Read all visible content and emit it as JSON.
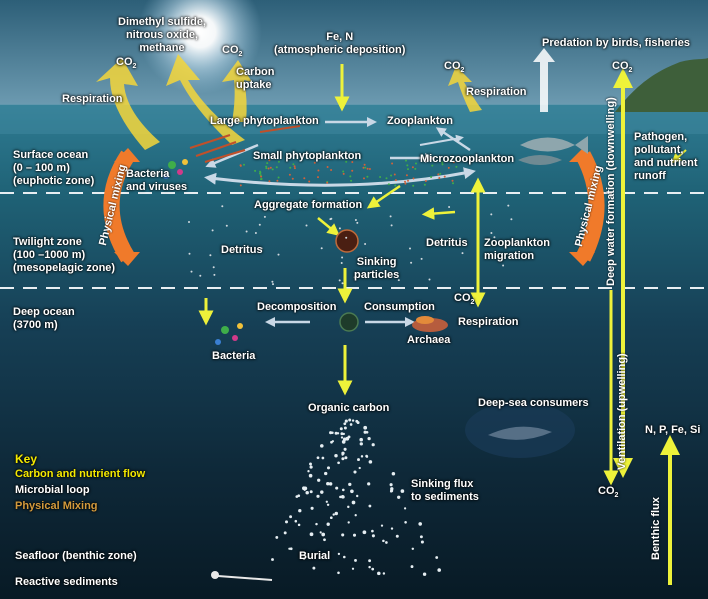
{
  "atmosphere": {
    "dms_label": "Dimethyl sulfide,\nnitrous oxide,\nmethane",
    "co2_left": "CO",
    "co2_sun": "CO",
    "carbon_uptake": "Carbon\nuptake",
    "fe_n": "Fe, N\n(atmospheric deposition)",
    "co2_right": "CO",
    "predation": "Predation by birds, fisheries",
    "co2_far_right": "CO",
    "co2_subscript": "2"
  },
  "surface": {
    "respiration_left": "Respiration",
    "respiration_right": "Respiration",
    "large_phyto": "Large phytoplankton",
    "zooplankton": "Zooplankton",
    "small_phyto": "Small phytoplankton",
    "microzoo": "Microzooplankton",
    "bacteria_viruses": "Bacteria\nand viruses",
    "zone_surface": "Surface ocean\n(0 – 100 m)\n(euphotic zone)",
    "pathogen": "Pathogen,\npollutant,\nand nutrient\nrunoff"
  },
  "twilight": {
    "aggregate": "Aggregate formation",
    "detritus_left": "Detritus",
    "detritus_right": "Detritus",
    "zoo_migration": "Zooplankton\nmigration",
    "sinking_particles": "Sinking\nparticles",
    "zone_twilight": "Twilight zone\n(100 –1000 m)\n(mesopelagic zone)",
    "physical_mixing_left": "Physical mixing",
    "physical_mixing_right": "Physical mixing"
  },
  "deep": {
    "zone_deep": "Deep ocean\n(3700 m)",
    "decomposition": "Decomposition",
    "consumption": "Consumption",
    "co2": "CO",
    "respiration": "Respiration",
    "bacteria": "Bacteria",
    "archaea": "Archaea",
    "organic_carbon": "Organic carbon",
    "deep_sea_consumers": "Deep-sea consumers",
    "co2_bottom": "CO",
    "nutrients": "N, P, Fe, Si"
  },
  "vertical": {
    "deep_water_formation": "Deep water formation (downwelling)",
    "ventilation": "Ventilation (upwelling)",
    "benthic_flux": "Benthic flux"
  },
  "seafloor": {
    "sinking_flux": "Sinking flux\nto sediments",
    "burial": "Burial",
    "seafloor": "Seafloor (benthic zone)",
    "reactive": "Reactive sediments"
  },
  "key": {
    "title": "Key",
    "carbon_flow": "Carbon and nutrient flow",
    "microbial_loop": "Microbial loop",
    "physical_mixing": "Physical Mixing"
  },
  "colors": {
    "carbon_flow": "#f4e900",
    "microbial_loop": "#ffffff",
    "physical_mixing": "#d49a3c",
    "mixing_arrow": "#f07a2a",
    "co2_flux": "#f5d63a",
    "microbial_arrow": "#c9d8e6"
  }
}
